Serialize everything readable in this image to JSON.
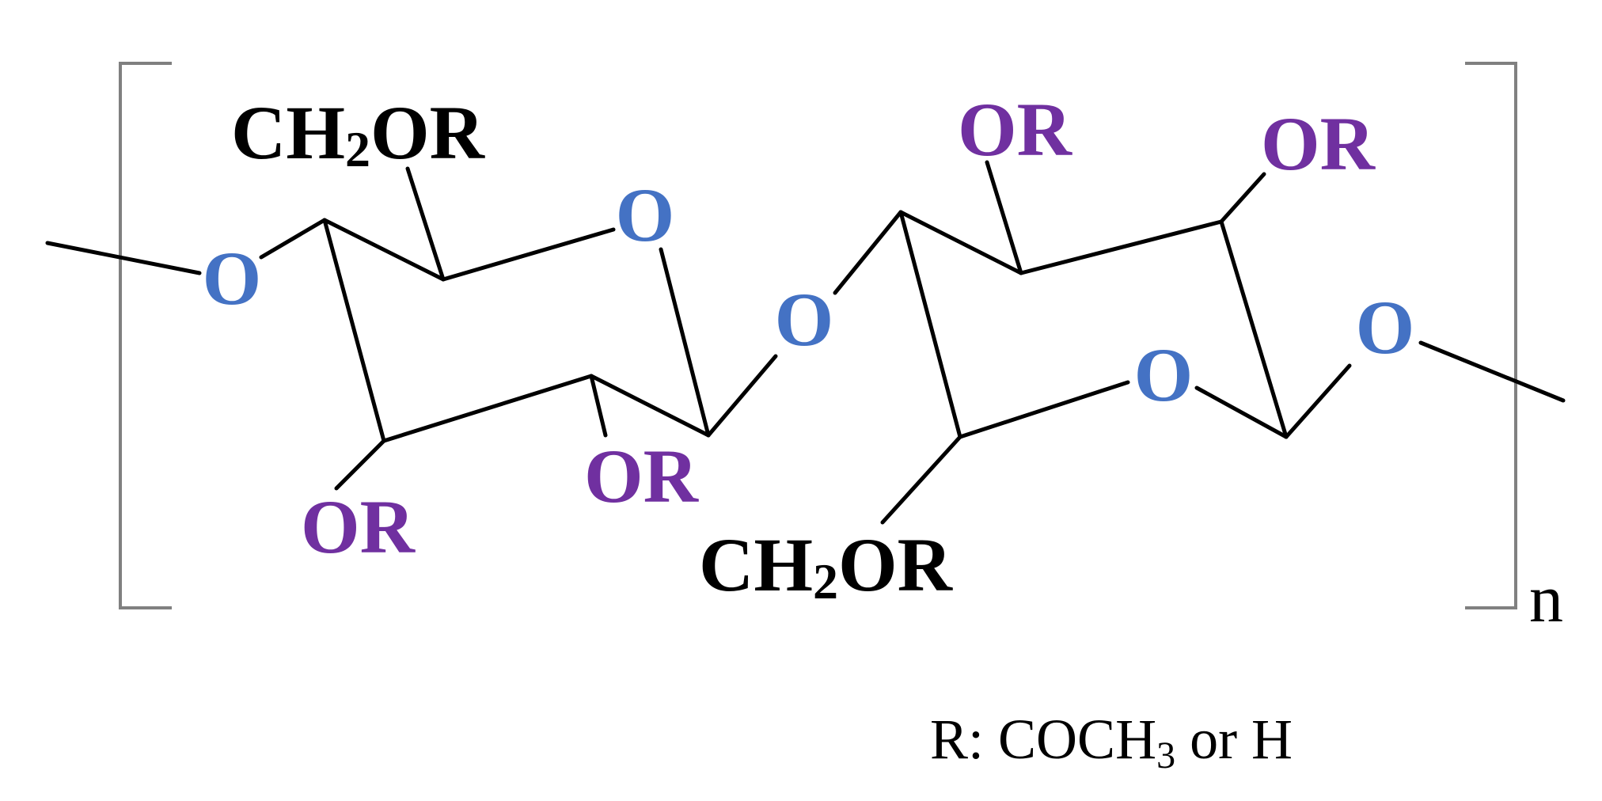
{
  "colors": {
    "bond": "#000000",
    "bracket": "#808080",
    "ring_oxygen": "#4472C4",
    "substituent": "#7030A0",
    "text": "#000000"
  },
  "labels": {
    "ch2or_base": "CH",
    "ch2or_sub": "2",
    "ch2or_tail": "OR",
    "or": "OR",
    "o": "O",
    "repeat_n": "n"
  },
  "legend": {
    "prefix": "R: COCH",
    "sub": "3",
    "suffix": " or H"
  }
}
